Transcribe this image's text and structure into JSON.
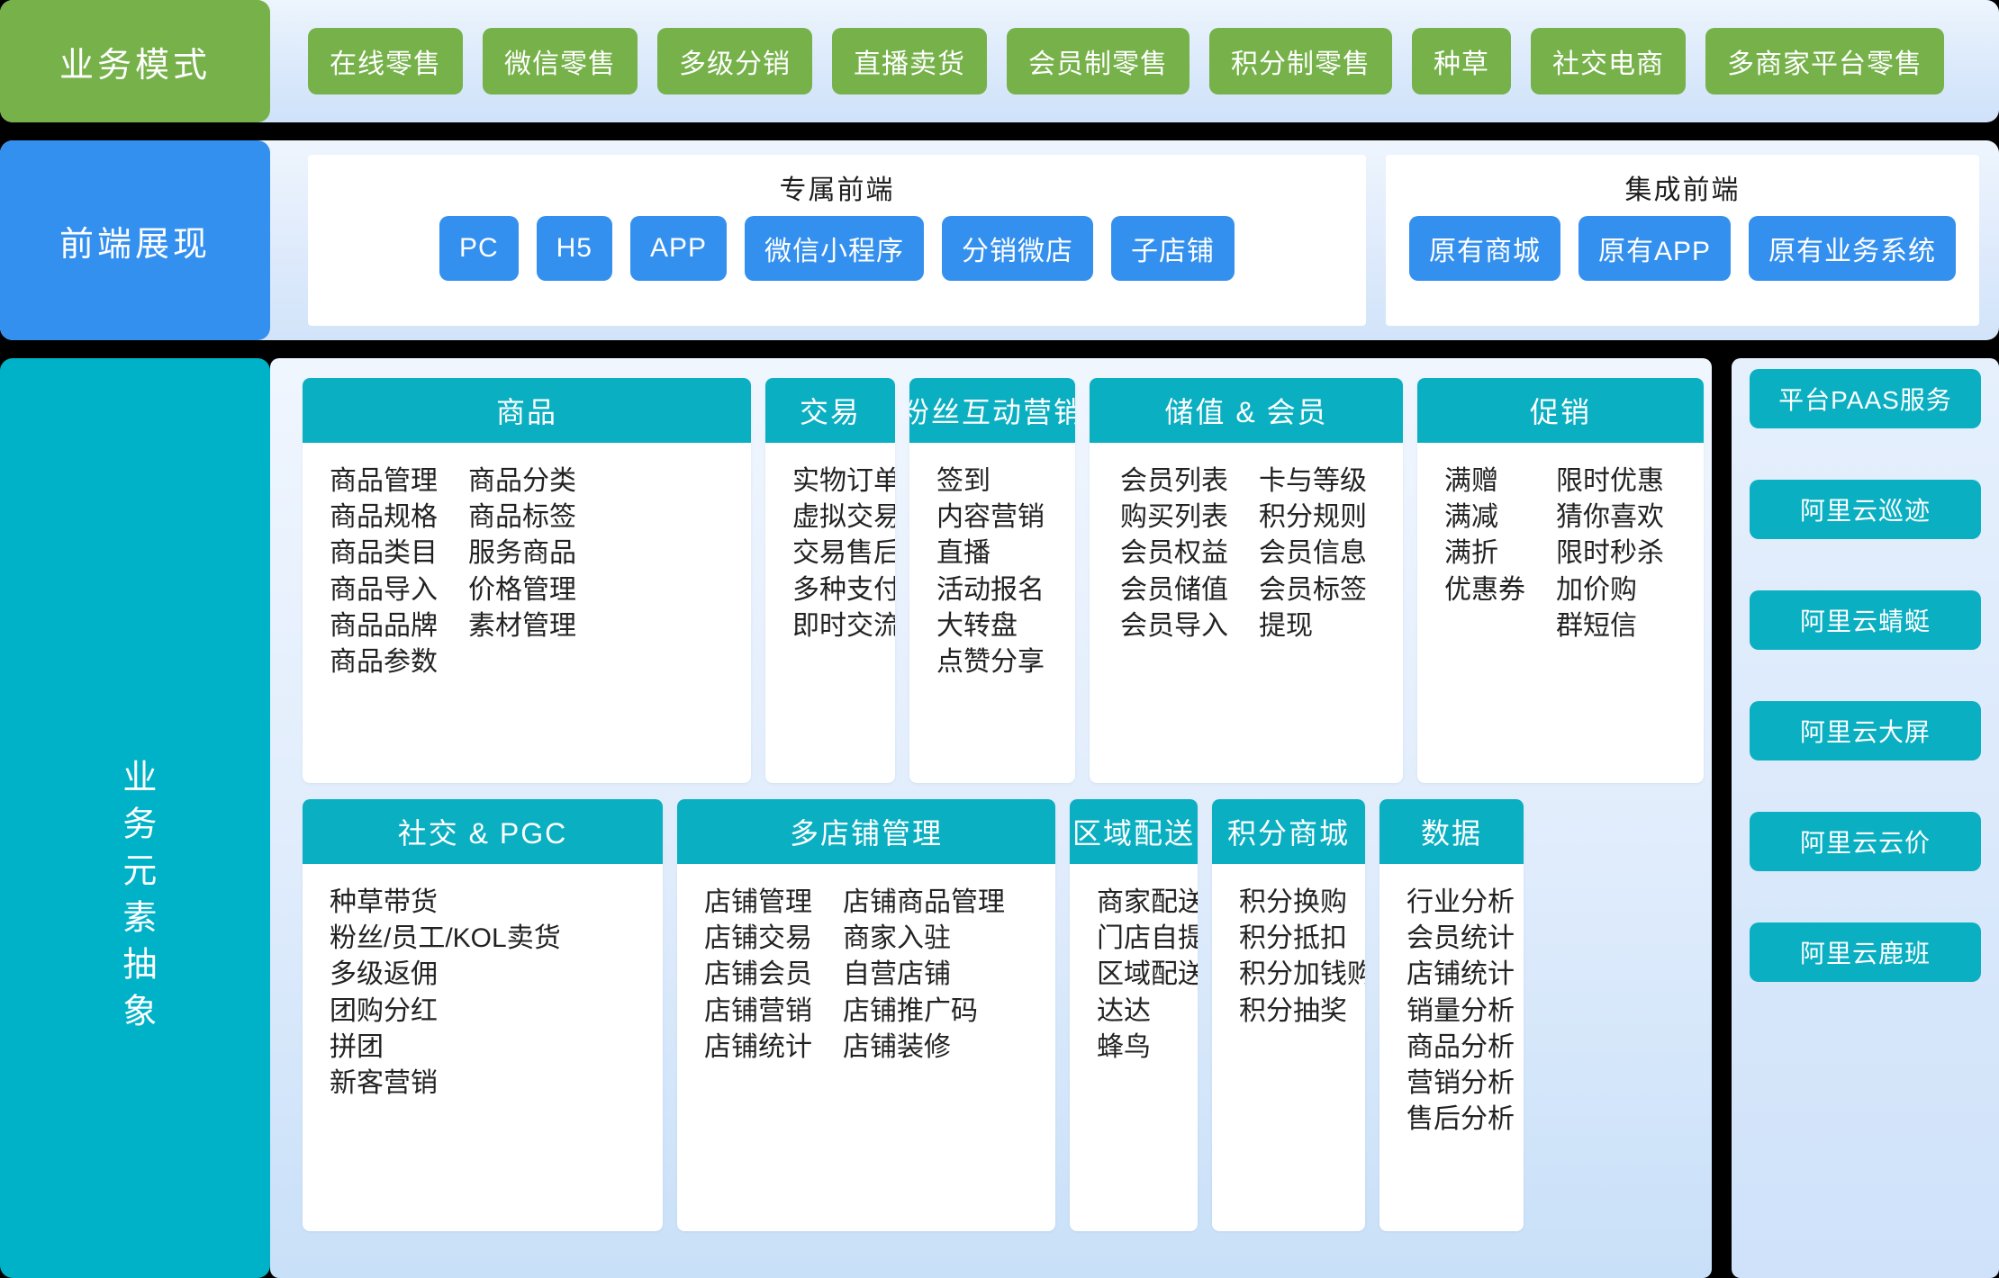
{
  "rows": {
    "business_model": {
      "label": "业务模式",
      "chips": [
        "在线零售",
        "微信零售",
        "多级分销",
        "直播卖货",
        "会员制零售",
        "积分制零售",
        "种草",
        "社交电商",
        "多商家平台零售"
      ]
    },
    "frontend": {
      "label": "前端展现",
      "panels": [
        {
          "title": "专属前端",
          "chips": [
            "PC",
            "H5",
            "APP",
            "微信小程序",
            "分销微店",
            "子店铺"
          ]
        },
        {
          "title": "集成前端",
          "chips": [
            "原有商城",
            "原有APP",
            "原有业务系统"
          ]
        }
      ]
    },
    "business_elements": {
      "label": "业务元素抽象",
      "cards_top": [
        {
          "title": "商品",
          "columns": [
            [
              "商品管理",
              "商品规格",
              "商品类目",
              "商品导入",
              "商品品牌",
              "商品参数"
            ],
            [
              "商品分类",
              "商品标签",
              "服务商品",
              "价格管理",
              "素材管理"
            ]
          ]
        },
        {
          "title": "交易",
          "columns": [
            [
              "实物订单",
              "虚拟交易",
              "交易售后",
              "多种支付",
              "即时交流"
            ]
          ]
        },
        {
          "title": "粉丝互动营销",
          "columns": [
            [
              "签到",
              "内容营销",
              "直播",
              "活动报名",
              "大转盘",
              "点赞分享"
            ]
          ]
        },
        {
          "title": "储值 & 会员",
          "columns": [
            [
              "会员列表",
              "购买列表",
              "会员权益",
              "会员储值",
              "会员导入"
            ],
            [
              "卡与等级",
              "积分规则",
              "会员信息",
              "会员标签",
              "提现"
            ]
          ]
        },
        {
          "title": "促销",
          "columns": [
            [
              "满赠",
              "满减",
              "满折",
              "优惠券"
            ],
            [
              "限时优惠",
              "猜你喜欢",
              "限时秒杀",
              "加价购",
              "群短信"
            ]
          ]
        }
      ],
      "cards_bottom": [
        {
          "title": "社交 & PGC",
          "columns": [
            [
              "种草带货",
              "粉丝/员工/KOL卖货",
              "多级返佣",
              "团购分红",
              "拼团",
              "新客营销"
            ]
          ]
        },
        {
          "title": "多店铺管理",
          "columns": [
            [
              "店铺管理",
              "店铺交易",
              "店铺会员",
              "店铺营销",
              "店铺统计"
            ],
            [
              "店铺商品管理",
              "商家入驻",
              "自营店铺",
              "店铺推广码",
              "店铺装修"
            ]
          ]
        },
        {
          "title": "区域配送",
          "columns": [
            [
              "商家配送",
              "门店自提",
              "区域配送",
              "达达",
              "蜂鸟"
            ]
          ]
        },
        {
          "title": "积分商城",
          "columns": [
            [
              "积分换购",
              "积分抵扣",
              "积分加钱购",
              "积分抽奖"
            ]
          ]
        },
        {
          "title": "数据",
          "columns": [
            [
              "行业分析",
              "会员统计",
              "店铺统计",
              "销量分析",
              "商品分析",
              "营销分析",
              "售后分析"
            ]
          ]
        }
      ],
      "paas_rail": [
        "平台PAAS服务",
        "阿里云巡迹",
        "阿里云蜻蜓",
        "阿里云大屏",
        "阿里云云价",
        "阿里云鹿班"
      ]
    }
  },
  "colors": {
    "green": "#76b14a",
    "blue": "#3490ef",
    "teal": "#00b2c7",
    "card_head_teal": "#0aafc2",
    "panel_bg": "#ffffff",
    "page_bg": "#000000"
  }
}
